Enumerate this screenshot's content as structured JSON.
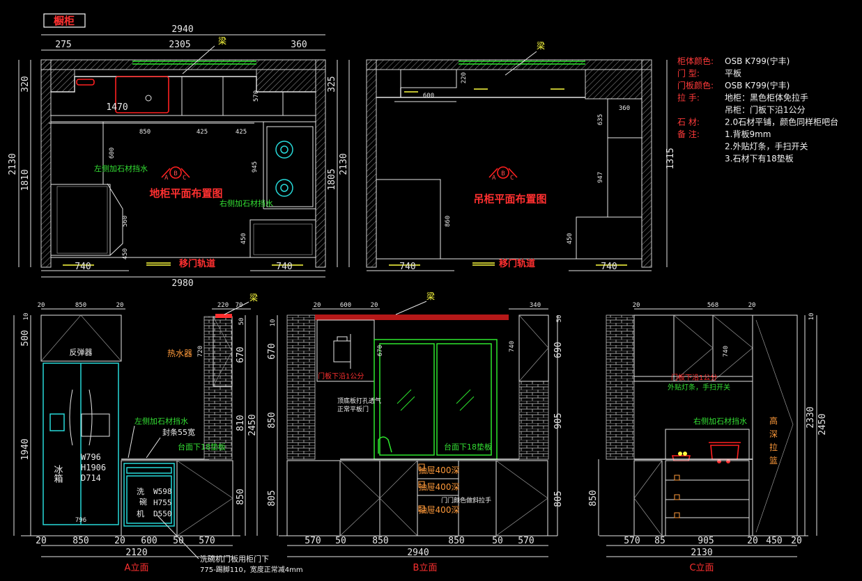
{
  "sheet": {
    "title": "橱柜"
  },
  "plans": {
    "base": {
      "title": "地柜平面布置图",
      "door_track": "移门轨道",
      "beam": "梁",
      "dims": {
        "top_total": "2940",
        "top_left": "275",
        "top_mid": "2305",
        "top_right": "360",
        "bottom_total": "2980",
        "bottom_left": "740",
        "bottom_right": "740",
        "left_total": "2130",
        "left_top": "320",
        "left_bottom": "1810",
        "right_total": "2130",
        "right_top": "325",
        "right_bottom": "1805",
        "sink_width": "1470",
        "mid_850": "850",
        "mid_425a": "425",
        "mid_425b": "425",
        "small_570": "570",
        "small_600": "600",
        "small_945": "945",
        "small_560": "560",
        "small_450a": "450",
        "small_450b": "450"
      },
      "notes": {
        "left_stone": "左侧加石材挡水",
        "right_stone": "右侧加石材挡水"
      }
    },
    "wall": {
      "title": "吊柜平面布置图",
      "door_track": "移门轨道",
      "beam": "梁",
      "dims": {
        "right_total": "1315",
        "top_220": "220",
        "top_600": "600",
        "right_360": "360",
        "right_635": "635",
        "right_947": "947",
        "left_860": "860",
        "small_450": "450",
        "bottom_left": "740",
        "bottom_right": "740"
      }
    }
  },
  "specs": [
    {
      "key": "柜体颜色:",
      "value": "OSB K799(宁丰)"
    },
    {
      "key": "门    型:",
      "value": "平板"
    },
    {
      "key": "门板颜色:",
      "value": "OSB K799(宁丰)"
    },
    {
      "key": "拉    手:",
      "value": "地柜：黑色柜体免拉手"
    },
    {
      "key": "",
      "value": "吊柜：门板下沿1公分"
    },
    {
      "key": "石    材:",
      "value": "2.0石材平铺，颜色同样柜吧台"
    },
    {
      "key": "备    注:",
      "value": "1.背板9mm"
    },
    {
      "key": "",
      "value": "2.外贴灯条，手扫开关"
    },
    {
      "key": "",
      "value": "3.石材下有18垫板"
    }
  ],
  "elevations": {
    "a": {
      "title": "A立面",
      "labels": {
        "hood": "反弹器",
        "fridge": "冰箱",
        "fridge_w": "W796",
        "fridge_h": "H1906",
        "fridge_d": "D714",
        "fridge_base": "796",
        "heater": "热水器",
        "stone": "左侧加石材挡水",
        "seal": "封条55宽",
        "board": "台面下18垫板",
        "dw1": "洗",
        "dw2": "碗",
        "dw3": "机",
        "dw_w": "W598",
        "dw_h": "H755",
        "dw_d": "D550",
        "note1": "洗碗机门板用柜门下",
        "note2": "775-踢脚110，宽度正常减4mm",
        "beam": "梁"
      },
      "dims": {
        "top_20a": "20",
        "top_850": "850",
        "top_20b": "20",
        "top_220": "220",
        "top_70": "70",
        "left_10": "10",
        "left_500": "500",
        "left_1940": "1940",
        "right_50": "50",
        "right_670": "670",
        "right_810": "810",
        "right_850": "850",
        "right_2450": "2450",
        "b_20": "20",
        "b_850": "850",
        "b_20b": "20",
        "b_600": "600",
        "b_50": "50",
        "b_570": "570",
        "total": "2120",
        "small_720": "720"
      }
    },
    "b": {
      "title": "B立面",
      "labels": {
        "hanger": "门板下沿1公分",
        "vent1": "顶底板打孔透气",
        "vent2": "正常平板门",
        "board": "台面下18垫板",
        "drawer1": "抽屉400深",
        "drawer2": "抽屉400深",
        "drawer3": "抽屉400深",
        "grip": "门门颜色做斜拉手",
        "beam": "梁"
      },
      "dims": {
        "top_20": "20",
        "top_600": "600",
        "top_20b": "20",
        "top_340": "340",
        "left_10": "10",
        "left_670": "670",
        "left_850": "850",
        "left_805": "805",
        "right_50": "50",
        "right_690": "690",
        "right_905": "905",
        "right_805": "805",
        "b_570": "570",
        "b_50": "50",
        "b_850": "850",
        "b_850b": "850",
        "b_50b": "50",
        "b_570b": "570",
        "total": "2940",
        "small_670": "670",
        "small_740": "740"
      }
    },
    "c": {
      "title": "C立面",
      "labels": {
        "hanger": "门板下沿1公分",
        "light": "外贴灯条，手扫开关",
        "stone": "右侧加石材挡水",
        "basket1": "高",
        "basket2": "深",
        "basket3": "拉",
        "basket4": "篮"
      },
      "dims": {
        "top_20": "20",
        "top_568": "568",
        "top_20b": "20",
        "left_850": "850",
        "right_10": "10",
        "right_2330": "2330",
        "right_2450": "2450",
        "b_570": "570",
        "b_85": "85",
        "b_905": "905",
        "b_20": "20",
        "b_450": "450",
        "b_20b": "20",
        "total": "2130",
        "small_740": "740"
      }
    }
  }
}
